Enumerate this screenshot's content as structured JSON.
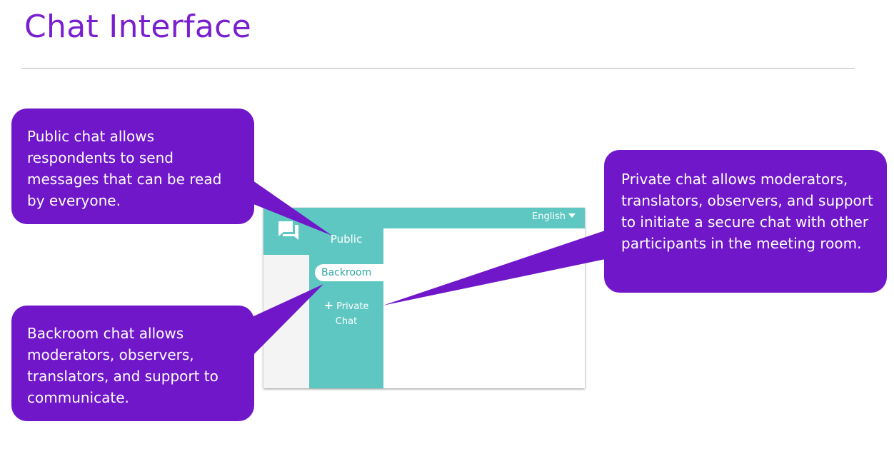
{
  "slide": {
    "title": "Chat Interface"
  },
  "callouts": {
    "public": "Public chat allows respondents to send messages that can be read by everyone.",
    "backroom": "Backroom chat allows moderators, observers, translators, and support to communicate.",
    "private": "Private chat allows moderators, translators, observers, and support to initiate a secure chat with other participants in the meeting room."
  },
  "chat_widget": {
    "language": "English",
    "tabs": {
      "public": "Public",
      "backroom": "Backroom",
      "private_plus": "+",
      "private_line1": "Private",
      "private_line2": "Chat"
    },
    "icons": {
      "chat": "chat-bubbles-icon",
      "dropdown": "caret-down-icon"
    }
  },
  "colors": {
    "title": "#7a1fd0",
    "callout": "#6f17c9",
    "teal": "#5fc7c2",
    "rule": "#b3b3b3"
  }
}
